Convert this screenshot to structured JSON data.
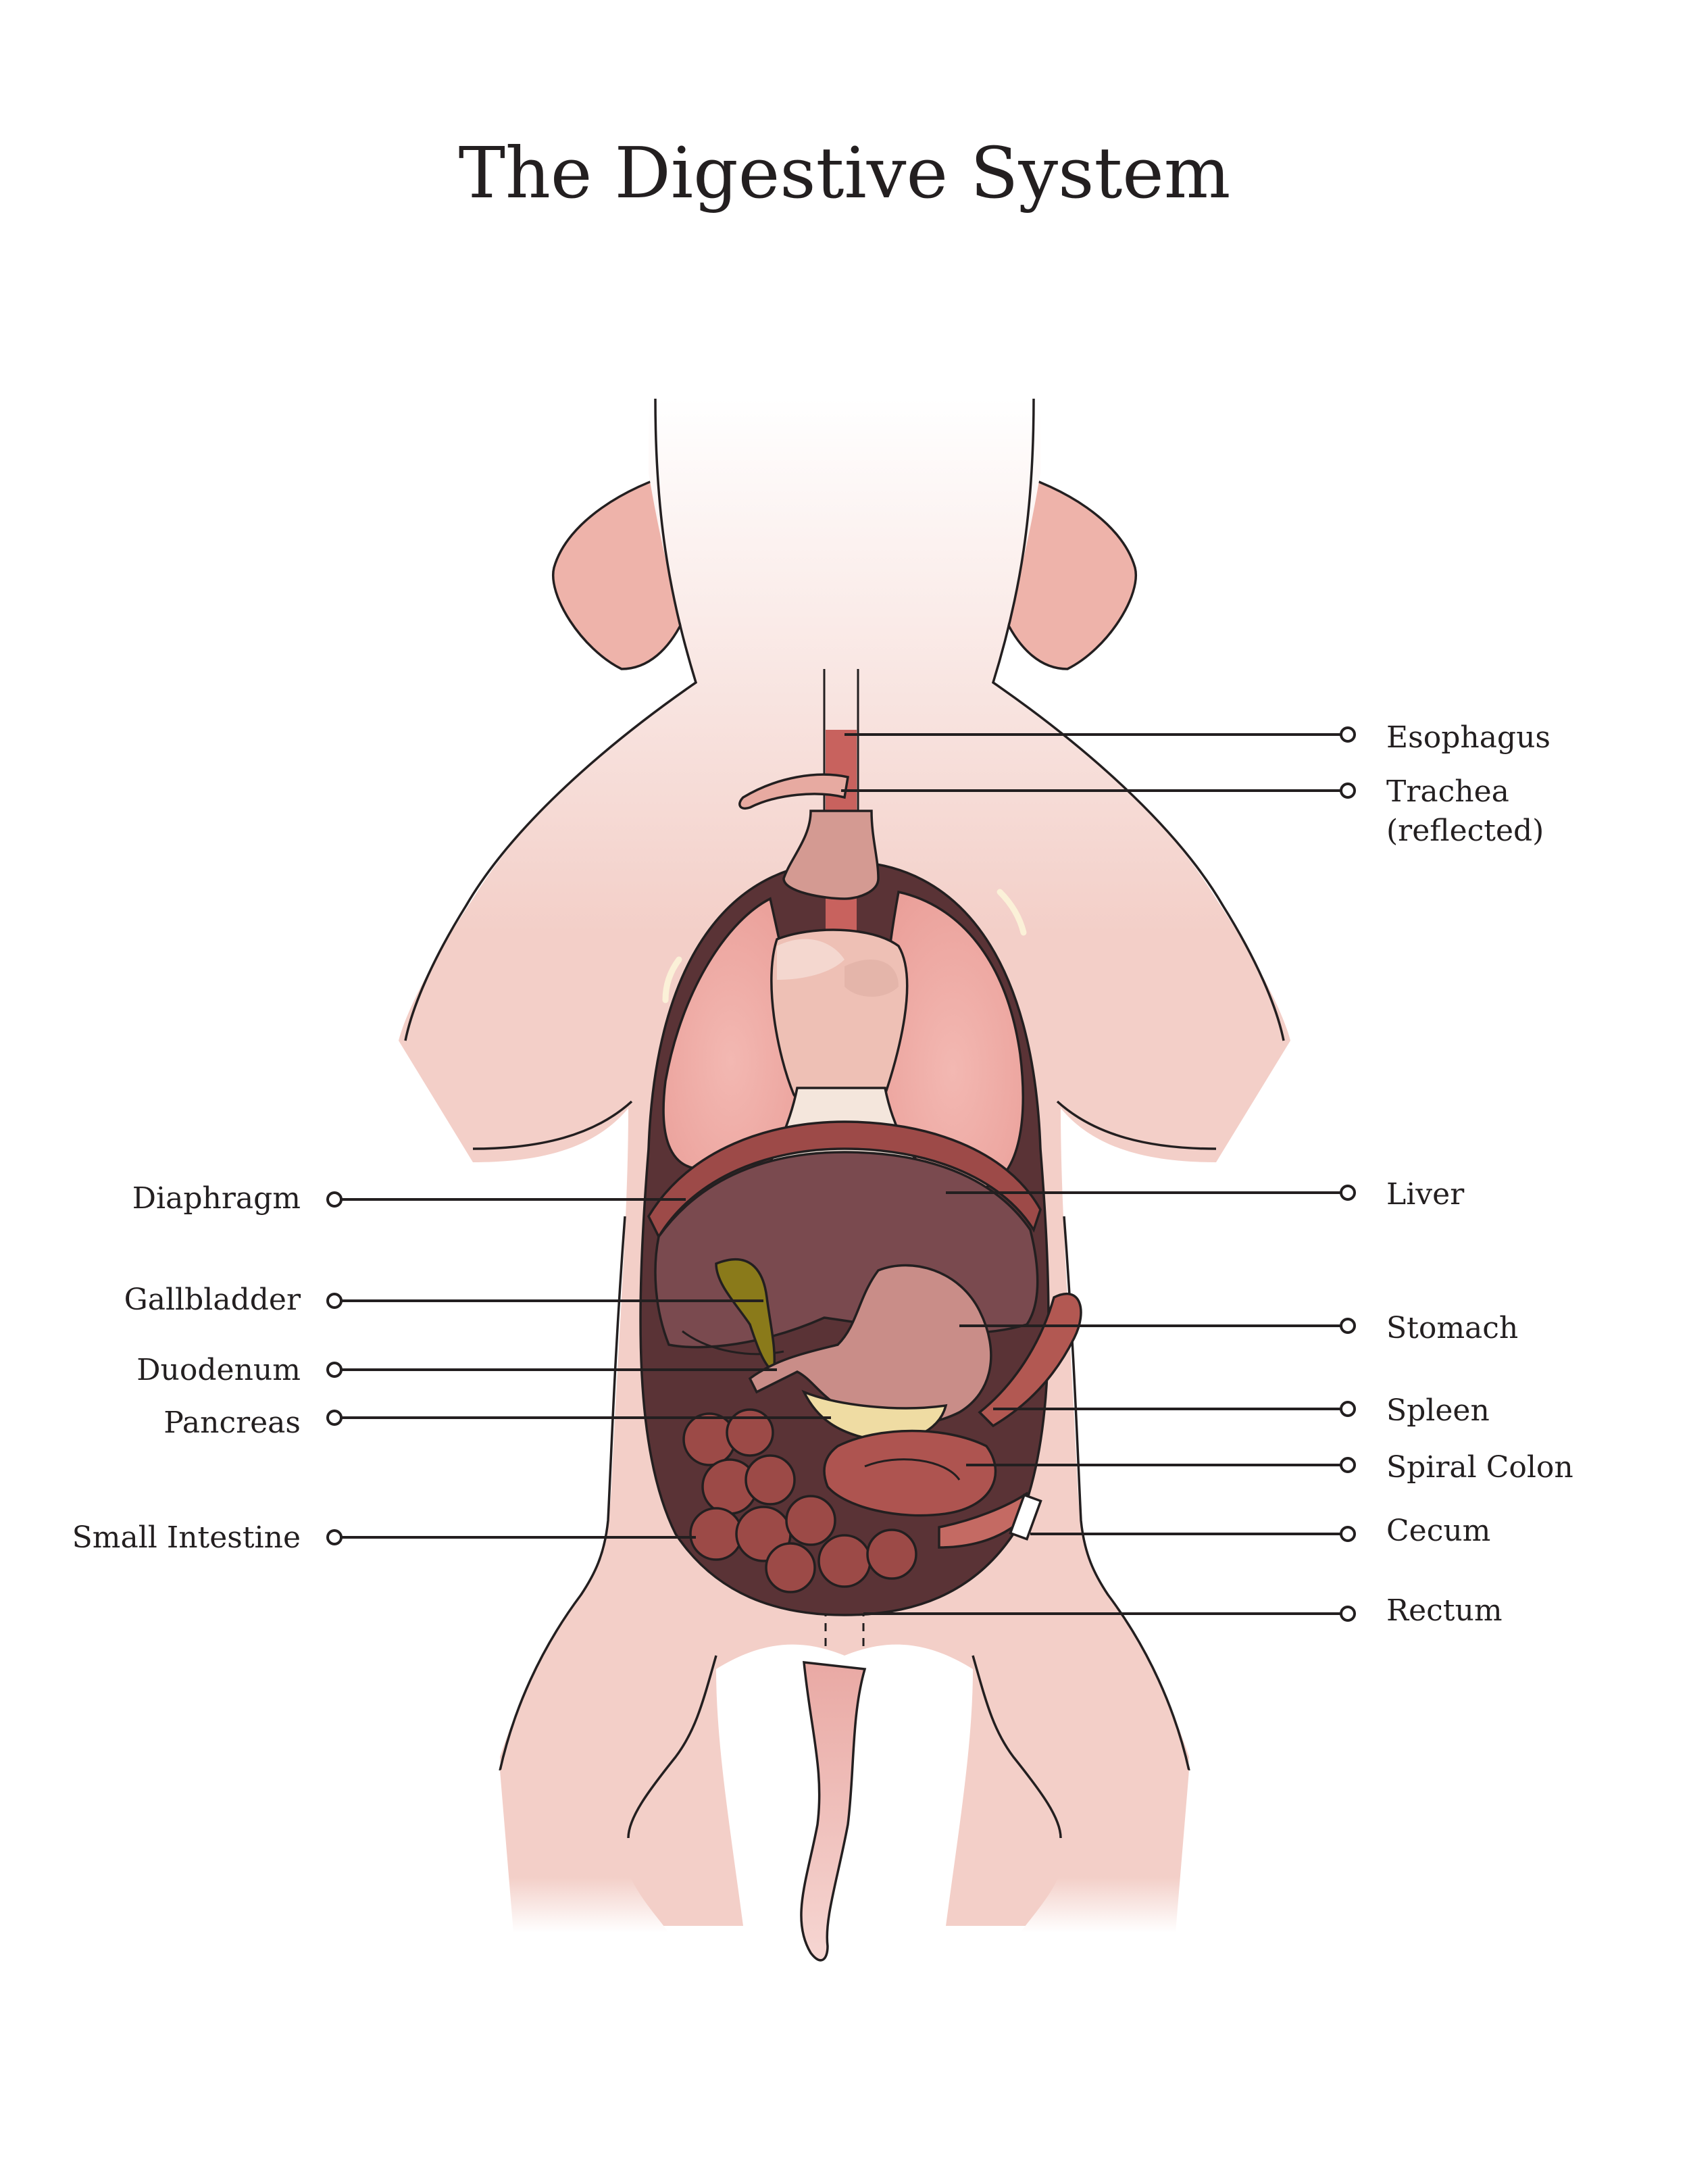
{
  "title": "The Digestive System",
  "colors": {
    "skin": "#f3cfc8",
    "skin_shadow": "#eab5ab",
    "cavity": "#5a3336",
    "lung": "#f0a9a3",
    "liver": "#7a4a4f",
    "stomach": "#c98d88",
    "intestine": "#9c4a47",
    "gallbladder": "#8a7a1a",
    "pancreas": "#efdca3",
    "outline": "#231f20"
  },
  "labels": {
    "left": [
      {
        "id": "diaphragm",
        "text": "Diaphragm"
      },
      {
        "id": "gallbladder",
        "text": "Gallbladder"
      },
      {
        "id": "duodenum",
        "text": "Duodenum"
      },
      {
        "id": "pancreas",
        "text": "Pancreas"
      },
      {
        "id": "small-intestine",
        "text": "Small Intestine"
      }
    ],
    "right": [
      {
        "id": "esophagus",
        "text": "Esophagus"
      },
      {
        "id": "trachea",
        "text": "Trachea"
      },
      {
        "id": "trachea-note",
        "text": "(reflected)"
      },
      {
        "id": "liver",
        "text": "Liver"
      },
      {
        "id": "stomach",
        "text": "Stomach"
      },
      {
        "id": "spleen",
        "text": "Spleen"
      },
      {
        "id": "spiral-colon",
        "text": "Spiral Colon"
      },
      {
        "id": "cecum",
        "text": "Cecum"
      },
      {
        "id": "rectum",
        "text": "Rectum"
      }
    ]
  }
}
